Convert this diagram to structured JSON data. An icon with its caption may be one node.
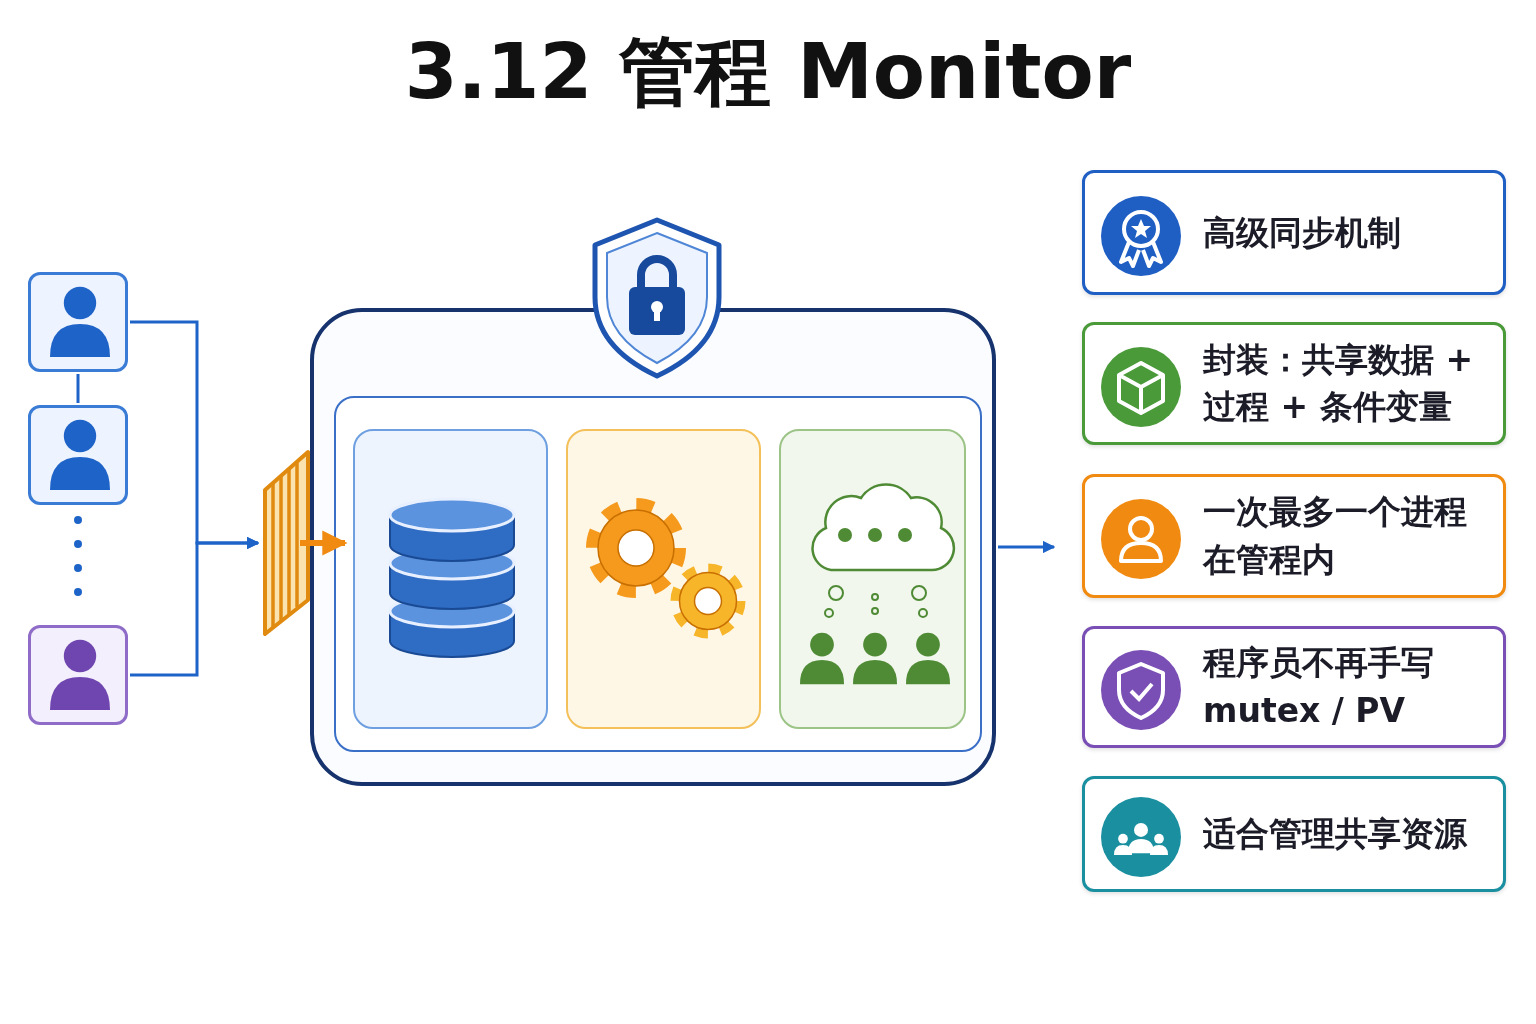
{
  "diagram": {
    "title": "3.12 管程 Monitor",
    "nodes": [
      {
        "text": [],
        "shape": "person"
      },
      {
        "text": [],
        "shape": "person"
      },
      {
        "text": [],
        "shape": "person"
      },
      {
        "text": [],
        "shape": "picture"
      },
      {
        "text": [],
        "shape": "box"
      },
      {
        "text": [],
        "shape": "box",
        "in": 4
      },
      {
        "text": [],
        "shape": "box",
        "in": 5
      },
      {
        "text": [],
        "shape": "box",
        "in": 5
      },
      {
        "text": [],
        "shape": "box",
        "in": 5
      },
      {
        "text": [
          "高级同步机制"
        ]
      },
      {
        "text": [
          "封装：共享数据 + 过程 + 条件变量"
        ]
      },
      {
        "text": [
          "一次最多一个进程在管程内"
        ]
      },
      {
        "text": [
          "程序员不再手写 mutex / PV"
        ]
      },
      {
        "text": [
          "适合管理共享资源"
        ]
      }
    ],
    "edges": [
      {
        "from": 0,
        "to": 3,
        "arrow": "to"
      },
      {
        "from": 2,
        "to": 3,
        "arrow": "to"
      },
      {
        "from": 0,
        "to": 1,
        "arrow": "none"
      },
      {
        "from": 1,
        "to": 2,
        "arrow": "none",
        "style": "dashed"
      },
      {
        "from": 3,
        "to": 6,
        "arrow": "to",
        "style": "thick",
        "color": "#f08a10"
      },
      {
        "from": 4,
        "to": 11,
        "arrow": "to"
      }
    ]
  }
}
